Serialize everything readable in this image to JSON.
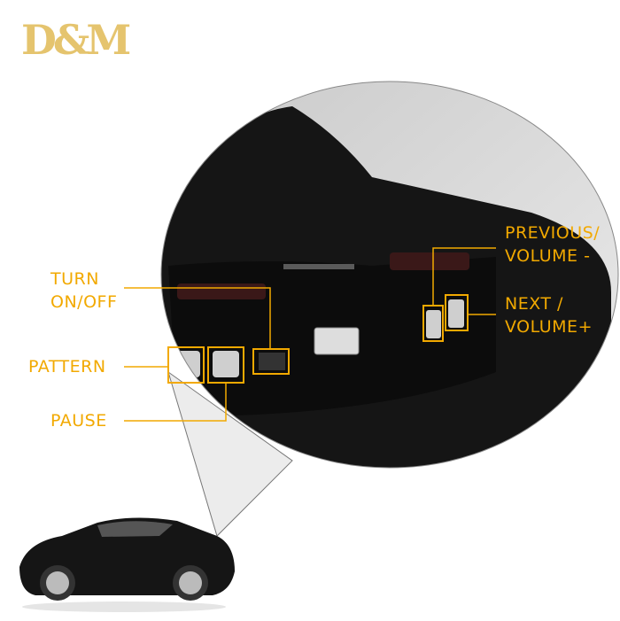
{
  "logo": {
    "text": "D&M"
  },
  "labels": {
    "turn_on_off": [
      "TURN",
      "ON/OFF"
    ],
    "pattern": "PATTERN",
    "pause": "PAUSE",
    "previous_volume": [
      "PREVIOUS/",
      "VOLUME -"
    ],
    "next_volume": [
      "NEXT /",
      "VOLUME+"
    ]
  },
  "colors": {
    "accent": "#f2a900",
    "logo": "#e5c46e",
    "car": "#141414",
    "backdrop": "#d9d9d9"
  }
}
